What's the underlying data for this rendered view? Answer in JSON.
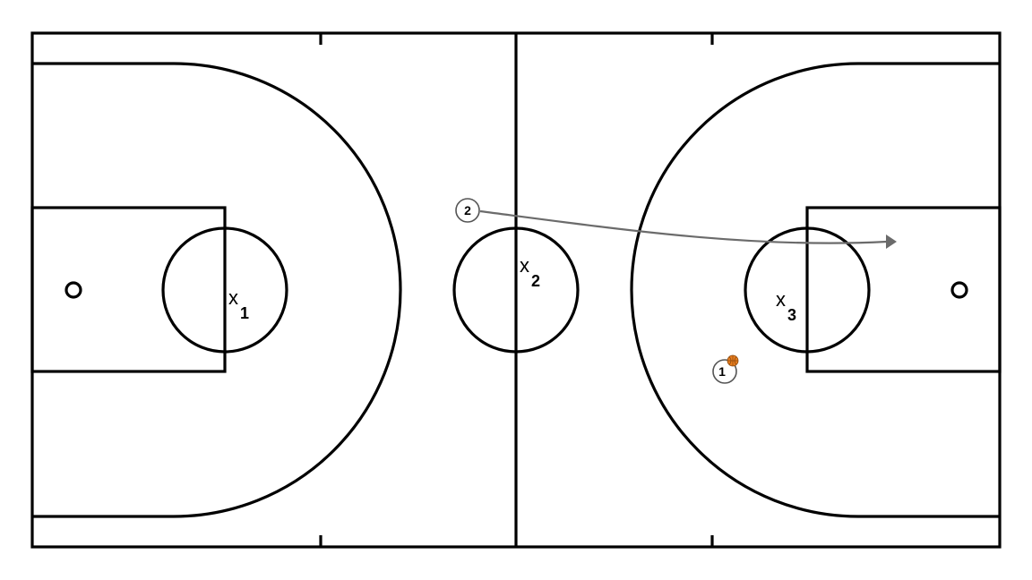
{
  "diagram": {
    "colors": {
      "lines": "#000000",
      "background": "#ffffff",
      "pass_arrow": "#6b6b6b",
      "ball": "#e87d1e"
    },
    "defenders": [
      {
        "letter": "x",
        "number": "1"
      },
      {
        "letter": "x",
        "number": "2"
      },
      {
        "letter": "x",
        "number": "3"
      }
    ],
    "offense": [
      {
        "number": "1",
        "has_ball": true
      },
      {
        "number": "2",
        "has_ball": false
      }
    ]
  }
}
